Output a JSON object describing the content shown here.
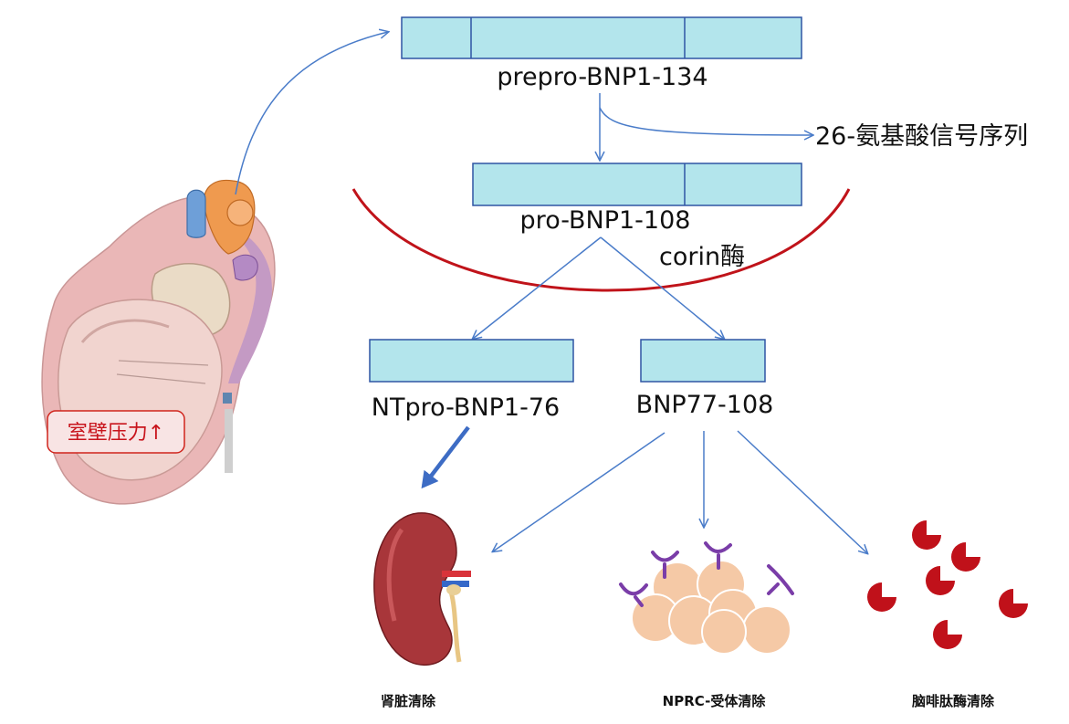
{
  "diagram": {
    "prepro_label": "prepro-BNP1-134",
    "signal_label": "26-氨基酸信号序列",
    "pro_label": "pro-BNP1-108",
    "corin_label": "corin酶",
    "ntpro_label": "NTpro-BNP1-76",
    "bnp_label": "BNP77-108",
    "wall_stress_label": "室壁压力↑",
    "kidney_label": "肾脏清除",
    "nprc_label": "NPRC-受体清除",
    "enzyme_label": "脑啡肽酶清除"
  },
  "colors": {
    "box_fill": "#b3e5ec",
    "box_stroke": "#2f55a4",
    "arrow": "#4a7cc9",
    "corin_arc": "#c0131a",
    "receptor": "#7a3da8",
    "cell": "#f5c9a6",
    "pacman": "#c0111a"
  }
}
